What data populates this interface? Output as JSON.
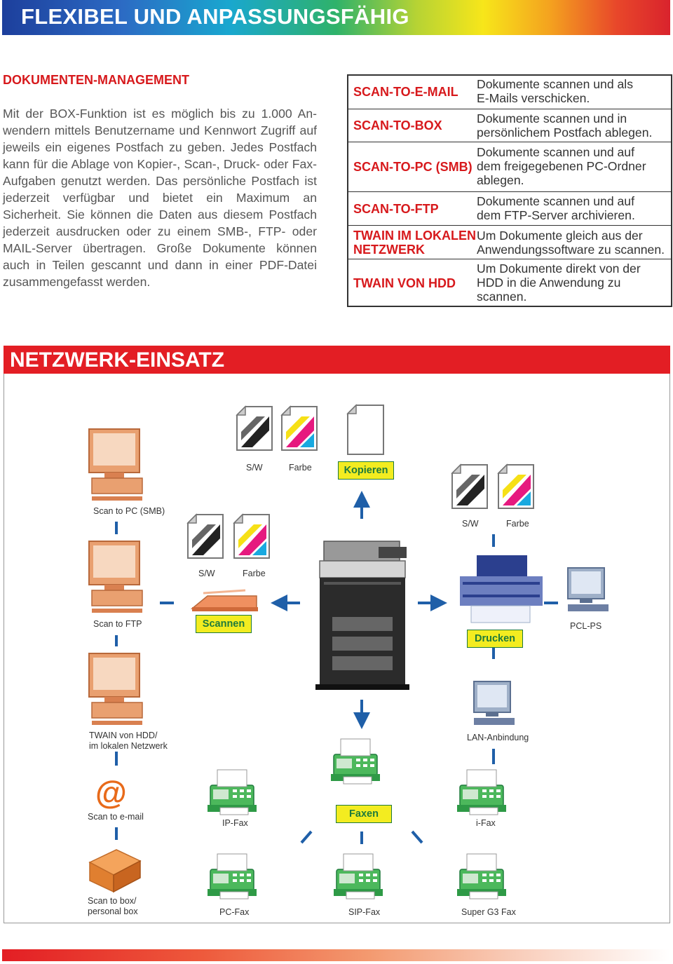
{
  "header": {
    "title": "FLEXIBEL UND ANPASSUNGSFÄHIG"
  },
  "document_management": {
    "heading": "DOKUMENTEN-MANAGEMENT",
    "body": "Mit der BOX-Funktion ist es möglich bis zu 1.000 An­wendern mittels Benutzername und Kennwort Zugriff auf jeweils ein eigenes Postfach zu geben. Jedes Post­fach kann für die Ablage von Kopier-, Scan-, Druck- oder Fax-Aufgaben genutzt werden. Das persönliche Postfach ist jederzeit verfügbar und bietet ein Maxi­mum an Sicherheit. Sie können die Daten aus diesem Postfach jederzeit ausdrucken oder zu einem SMB-, FTP- oder MAIL-Server übertragen. Große Dokumente können auch in Teilen gescannt und dann in einer PDF-Datei zusammengefasst werden."
  },
  "scan_table": [
    {
      "type": "SCAN-TO-E-MAIL",
      "description": [
        "Dokumente scannen und als",
        "E-Mails verschicken."
      ]
    },
    {
      "type": "SCAN-TO-BOX",
      "description": [
        "Dokumente scannen und in",
        "persönlichem Postfach ablegen."
      ]
    },
    {
      "type": "SCAN-TO-PC (SMB)",
      "description": [
        "Dokumente scannen und auf",
        "dem freigegebenen PC-Ordner",
        "ablegen."
      ]
    },
    {
      "type": "SCAN-TO-FTP",
      "description": [
        "Dokumente scannen und auf",
        "dem FTP-Server archivieren."
      ]
    },
    {
      "type": [
        "TWAIN IM LOKALEN",
        "NETZWERK"
      ],
      "description": [
        "Um Dokumente gleich aus der",
        "Anwendungssoftware zu scannen."
      ]
    },
    {
      "type": "TWAIN VON HDD",
      "description": [
        "Um Dokumente direkt von der",
        "HDD in die Anwendung zu",
        "scannen."
      ]
    }
  ],
  "network": {
    "title": "NETZWERK-EINSATZ",
    "buttons": {
      "copy": "Kopieren",
      "scan": "Scannen",
      "print": "Drucken",
      "fax": "Faxen"
    },
    "labels": {
      "sw_copy": "S/W",
      "farbe_copy": "Farbe",
      "sw_scan": "S/W",
      "farbe_scan": "Farbe",
      "sw_print": "S/W",
      "farbe_print": "Farbe",
      "scan_pc": "Scan to PC (SMB)",
      "scan_ftp": "Scan to FTP",
      "twain_1": "TWAIN von HDD/",
      "twain_2": "im lokalen Netzwerk",
      "scan_email": "Scan to e-mail",
      "scan_box_1": "Scan to box/",
      "scan_box_2": "personal box",
      "pcl_ps": "PCL-PS",
      "lan": "LAN-Anbindung",
      "ip_fax": "IP-Fax",
      "i_fax": "i-Fax",
      "pc_fax": "PC-Fax",
      "sip_fax": "SIP-Fax",
      "super_g3": "Super G3 Fax"
    },
    "colors": {
      "accent_red": "#e31e24",
      "arrow_blue": "#1f5fa8",
      "button_yellow": "#f3ec20",
      "button_green": "#1e7a3c"
    }
  }
}
